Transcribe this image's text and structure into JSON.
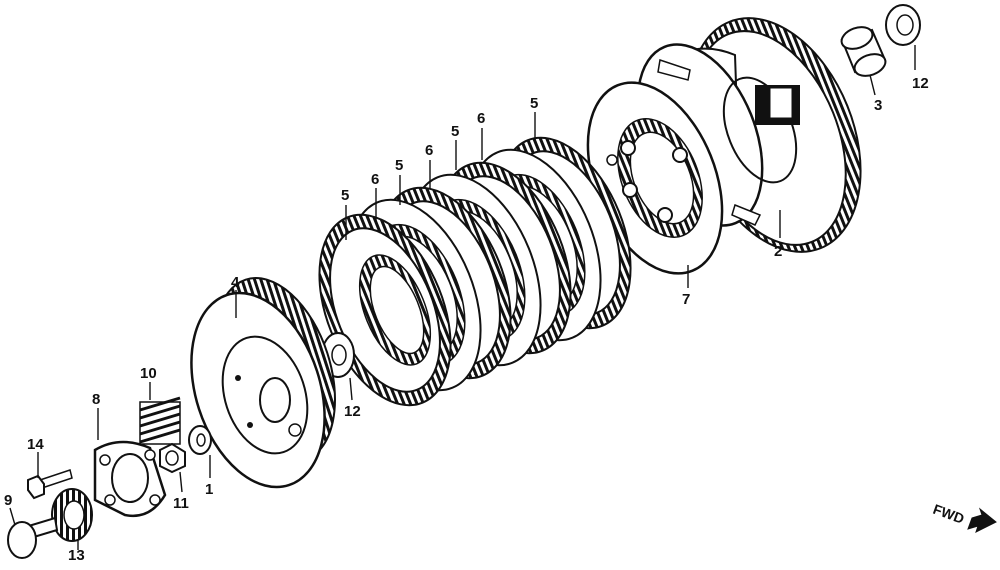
{
  "diagram": {
    "labels": {
      "l1": "1",
      "l2": "2",
      "l3": "3",
      "l4": "4",
      "l5a": "5",
      "l5b": "5",
      "l5c": "5",
      "l5d": "5",
      "l6a": "6",
      "l6b": "6",
      "l6c": "6",
      "l7": "7",
      "l8": "8",
      "l9": "9",
      "l10": "10",
      "l11": "11",
      "l12a": "12",
      "l12b": "12",
      "l13": "13",
      "l14": "14"
    },
    "direction": "FWD"
  }
}
